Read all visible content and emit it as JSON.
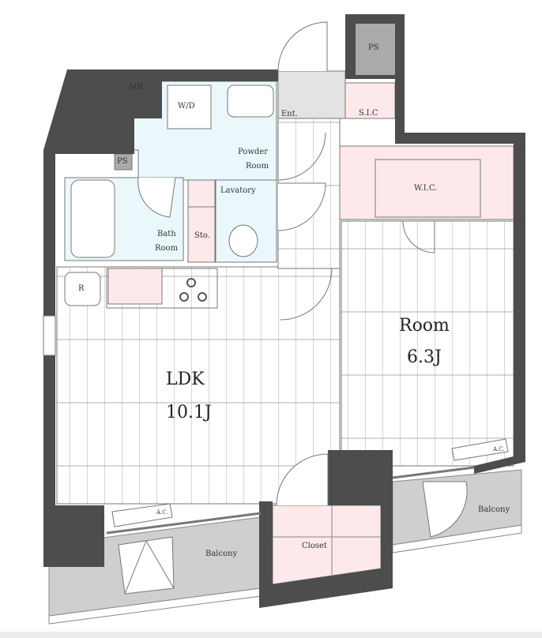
{
  "floor_plan": {
    "rooms": {
      "ldk": {
        "name": "LDK",
        "size": "10.1J"
      },
      "room": {
        "name": "Room",
        "size": "6.3J"
      },
      "powder_room": [
        "Powder",
        "Room"
      ],
      "bath_room": [
        "Bath",
        "Room"
      ],
      "lavatory": "Lavatory",
      "storage": "Sto.",
      "wd": "W/D",
      "entrance": "Ent.",
      "sic": "S.I.C",
      "wic": "W.I.C.",
      "closet": "Closet",
      "balcony_left": "Balcony",
      "balcony_right": "Balcony",
      "mb": "MB",
      "ps_top": "PS",
      "ps_small": "PS",
      "refrigerator": "R",
      "ac_left": "A.C.",
      "ac_right": "A.C."
    },
    "colors": {
      "wall": "#4d4d4d",
      "wet_area": "#eaf8fb",
      "storage": "#fde9ea",
      "balcony": "#cfcfcf"
    }
  }
}
